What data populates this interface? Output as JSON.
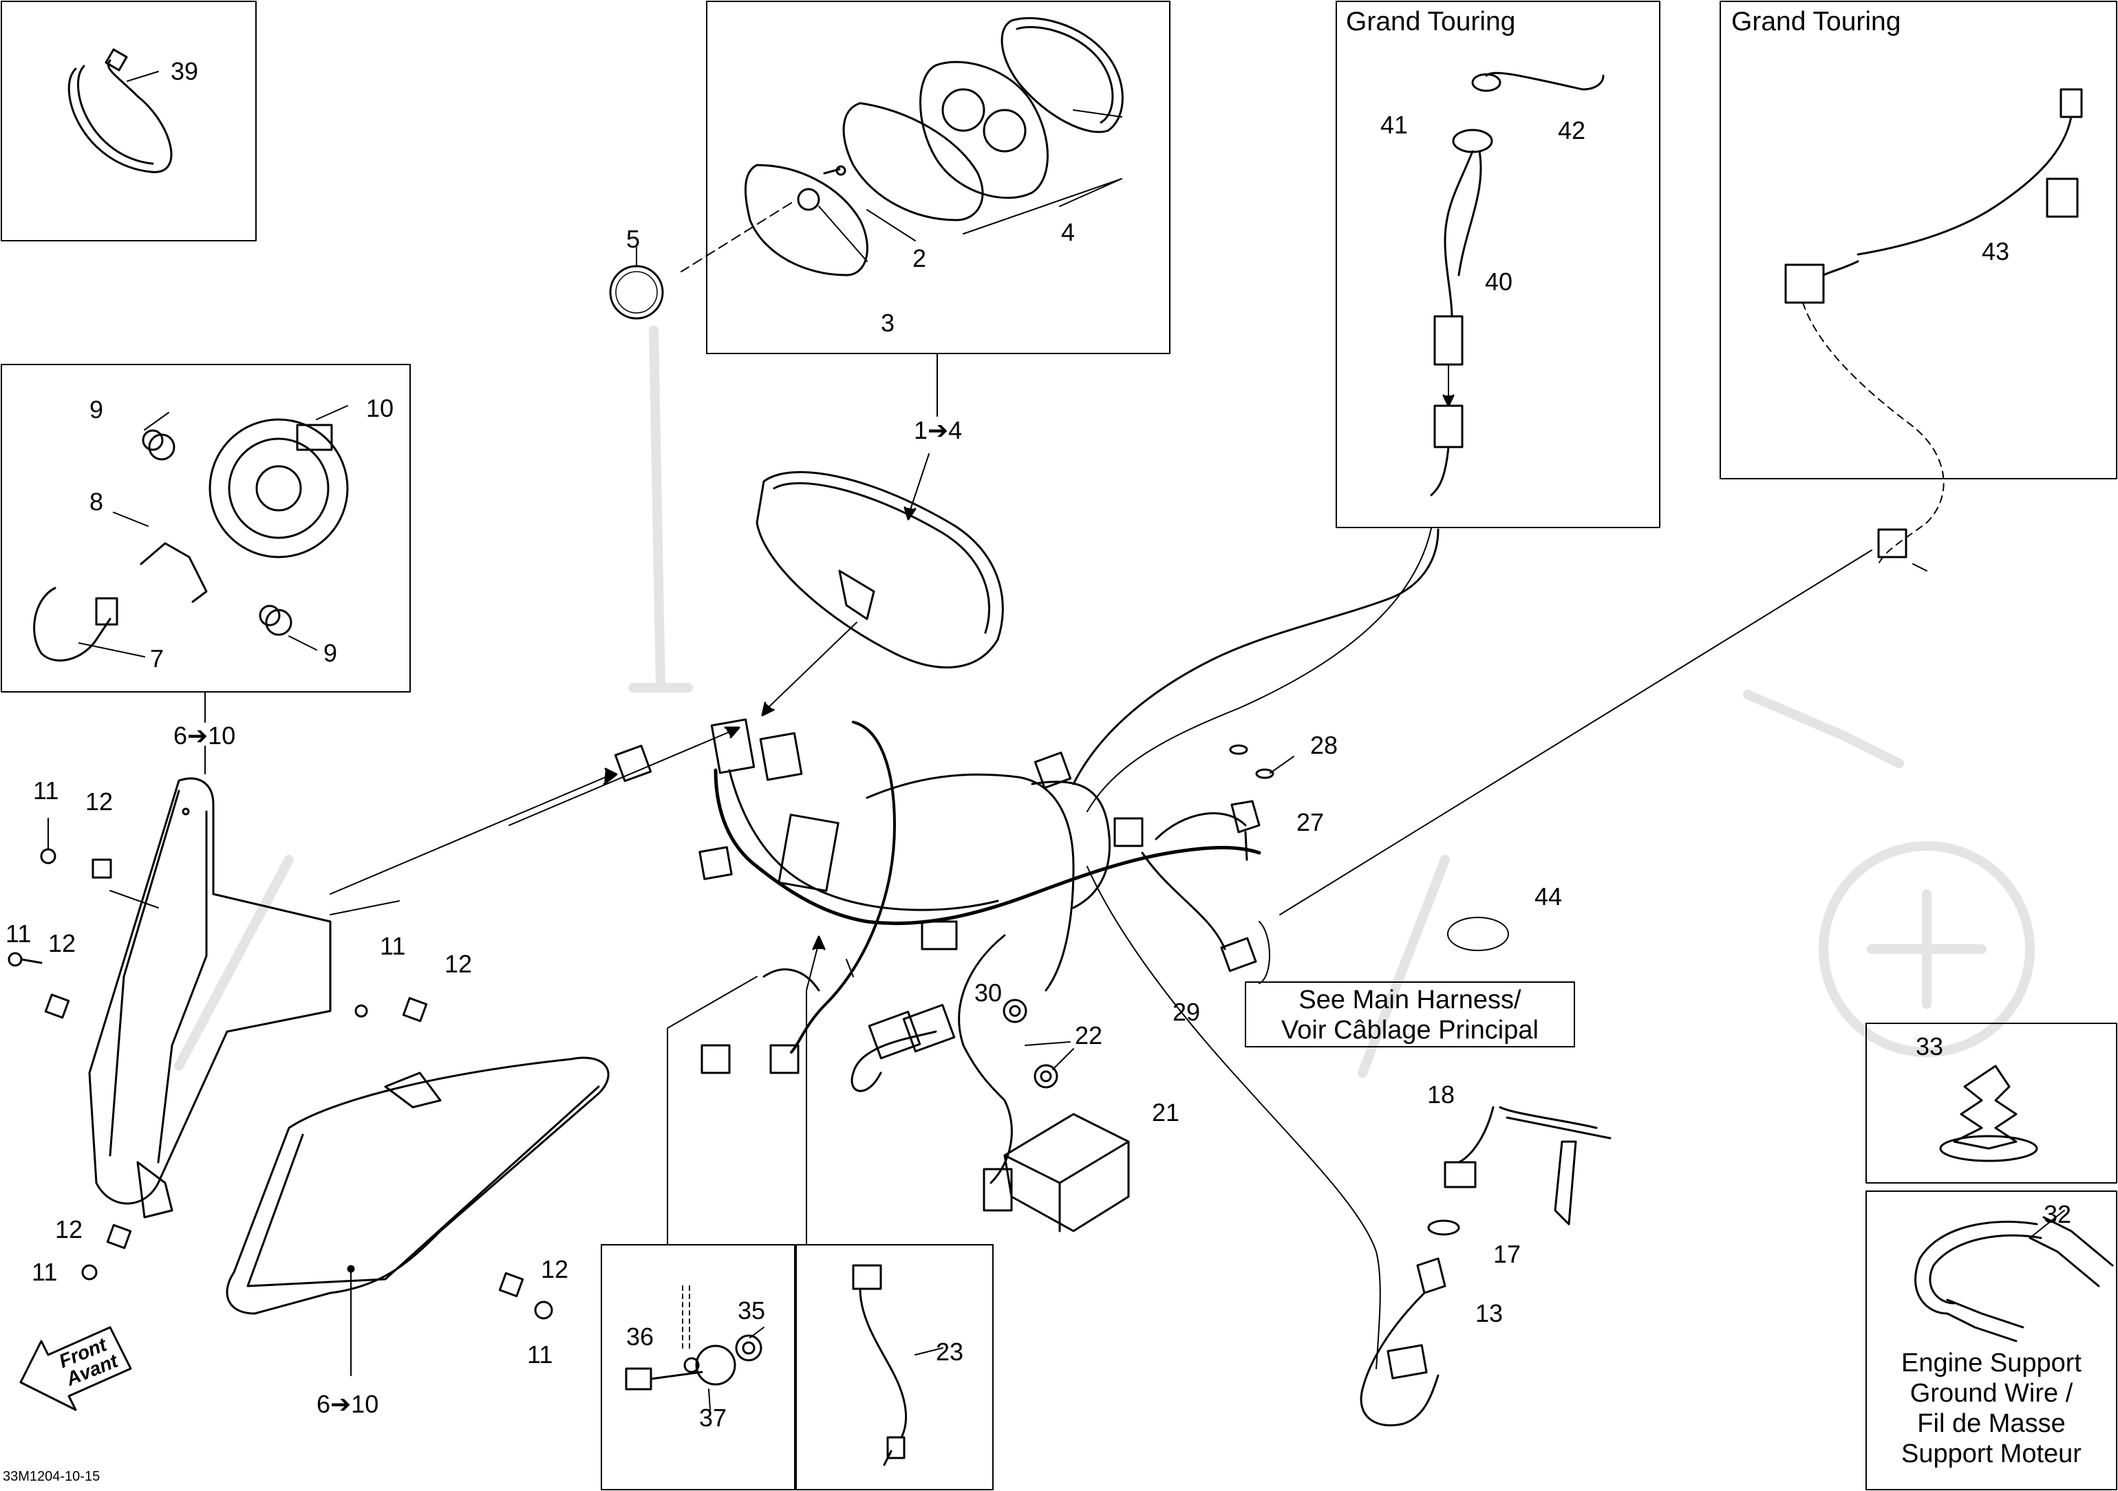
{
  "diagram_code": "33M1204-10-15",
  "front_arrow": {
    "line1": "Front",
    "line2": "Avant"
  },
  "boxes": {
    "grand_touring_a": "Grand Touring",
    "grand_touring_b": "Grand Touring"
  },
  "notes": {
    "main_harness_line1": "See Main Harness/",
    "main_harness_line2": "Voir Câblage Principal",
    "ground_wire_line1": "Engine Support",
    "ground_wire_line2": "Ground Wire /",
    "ground_wire_line3": "Fil de Masse",
    "ground_wire_line4": "Support Moteur"
  },
  "callouts": {
    "c39": "39",
    "c5": "5",
    "c2": "2",
    "c3": "3",
    "c4": "4",
    "c1to4": "1➔4",
    "c9a": "9",
    "c10": "10",
    "c8": "8",
    "c7": "7",
    "c9b": "9",
    "c6to10a": "6➔10",
    "c6to10b": "6➔10",
    "c11a": "11",
    "c12a": "12",
    "c11b": "11",
    "c12b": "12",
    "c11c": "11",
    "c12c": "12",
    "c12d": "12",
    "c11d": "11",
    "c12e": "12",
    "c11e": "11",
    "c41": "41",
    "c42": "42",
    "c40": "40",
    "c43": "43",
    "c28": "28",
    "c27": "27",
    "c44": "44",
    "c29": "29",
    "c30": "30",
    "c22": "22",
    "c21": "21",
    "c18": "18",
    "c17": "17",
    "c13": "13",
    "c33": "33",
    "c32": "32",
    "c36": "36",
    "c35": "35",
    "c37": "37",
    "c23": "23"
  }
}
